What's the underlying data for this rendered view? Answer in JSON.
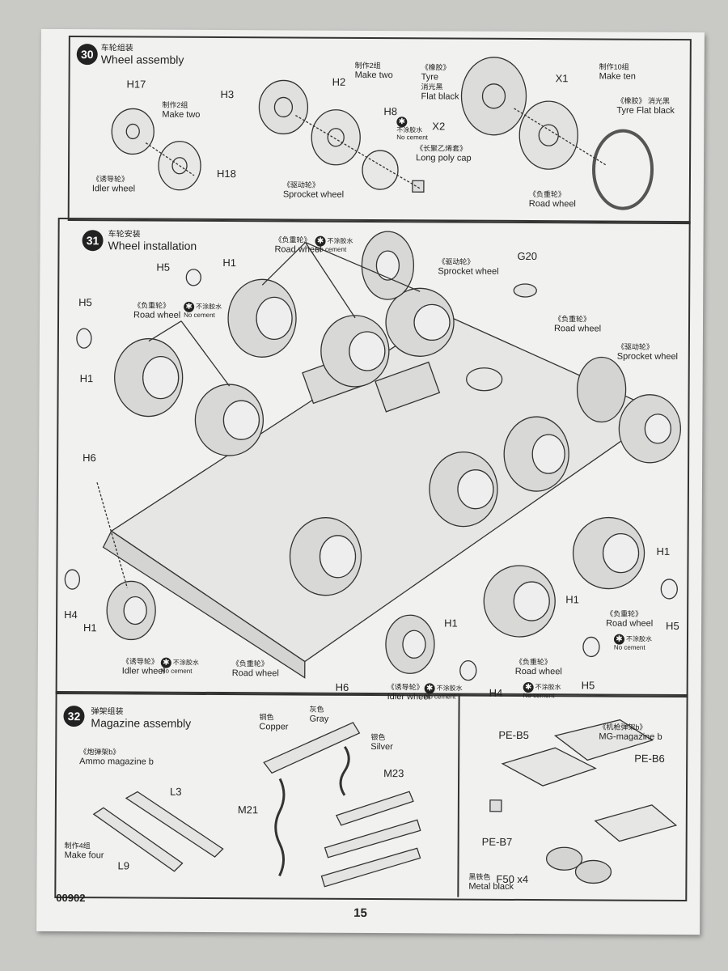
{
  "footer": {
    "code": "00902",
    "page_number": "15"
  },
  "step30": {
    "number": "30",
    "title_cn": "车轮组装",
    "title": "Wheel assembly",
    "parts": {
      "h17": "H17",
      "h18": "H18",
      "h3": "H3",
      "h2": "H2",
      "h8": "H8",
      "x2": "X2",
      "x1": "X1"
    },
    "idler_left": {
      "make_cn": "制作2组",
      "make": "Make two"
    },
    "idler_wheel": {
      "cn": "《诱导轮》",
      "en": "Idler wheel"
    },
    "sprocket_make": {
      "cn": "制作2组",
      "en": "Make two"
    },
    "sprocket_wheel": {
      "cn": "《驱动轮》",
      "en": "Sprocket wheel"
    },
    "no_cement": {
      "cn": "不涂胶水",
      "en": "No cement"
    },
    "long_poly_cap": {
      "cn": "《长聚乙烯套》",
      "en": "Long poly cap"
    },
    "tyre1": {
      "cn": "《橡胶》",
      "en": "Tyre",
      "color_cn": "消光黑",
      "color": "Flat black"
    },
    "make_ten": {
      "cn": "制作10组",
      "en": "Make ten"
    },
    "tyre2": {
      "cn": "《橡胶》 消光黑",
      "en": "Tyre   Flat black"
    },
    "road_wheel": {
      "cn": "《负重轮》",
      "en": "Road wheel"
    }
  },
  "step31": {
    "number": "31",
    "title_cn": "车轮安装",
    "title": "Wheel installation",
    "road_wheel": {
      "cn": "《负重轮》",
      "en": "Road wheel"
    },
    "road_wheel_top": {
      "cn": "《负重轮》",
      "en": "Road wheel"
    },
    "no_cement": {
      "cn": "不涂胶水",
      "en": "No cement"
    },
    "sprocket_top": {
      "cn": "《驱动轮》",
      "en": "Sprocket wheel"
    },
    "sprocket_right": {
      "cn": "《驱动轮》",
      "en": "Sprocket wheel"
    },
    "road_wheel_right": {
      "cn": "《负重轮》",
      "en": "Road wheel"
    },
    "idler_bottom_left": {
      "cn": "《诱导轮》",
      "en": "Idler wheel"
    },
    "road_wheel_bottom": {
      "cn": "《负重轮》",
      "en": "Road wheel"
    },
    "idler_bottom_mid": {
      "cn": "《诱导轮》",
      "en": "Idler wheel"
    },
    "road_wheel_bottom_right": {
      "cn": "《负重轮》",
      "en": "Road wheel"
    },
    "road_wheel_far_right": {
      "cn": "《负重轮》",
      "en": "Road wheel"
    },
    "parts": {
      "h5a": "H5",
      "h1a": "H1",
      "h5b": "H5",
      "h1b": "H1",
      "g20": "G20",
      "h6a": "H6",
      "h4a": "H4",
      "h1c": "H1",
      "h6b": "H6",
      "h1d": "H1",
      "h4b": "H4",
      "h1e": "H1",
      "h5c": "H5",
      "h1f": "H1",
      "h5d": "H5"
    }
  },
  "step32": {
    "number": "32",
    "title_cn": "弹架组装",
    "title": "Magazine assembly",
    "ammo_mag": {
      "cn": "《炮弹架b》",
      "en": "Ammo magazine b"
    },
    "make_four": {
      "cn": "制作4组",
      "en": "Make four"
    },
    "parts": {
      "l3": "L3",
      "l9": "L9",
      "m21": "M21",
      "m23": "M23",
      "peb5": "PE-B5",
      "peb6": "PE-B6",
      "peb7": "PE-B7",
      "f50": "F50 x4"
    },
    "copper": {
      "cn": "铜色",
      "en": "Copper"
    },
    "gray": {
      "cn": "灰色",
      "en": "Gray"
    },
    "silver": {
      "cn": "银色",
      "en": "Silver"
    },
    "mg_mag": {
      "cn": "《机枪弹架b》",
      "en": "MG-magazine b"
    },
    "metal_black": {
      "cn": "黑铁色",
      "en": "Metal black"
    }
  }
}
